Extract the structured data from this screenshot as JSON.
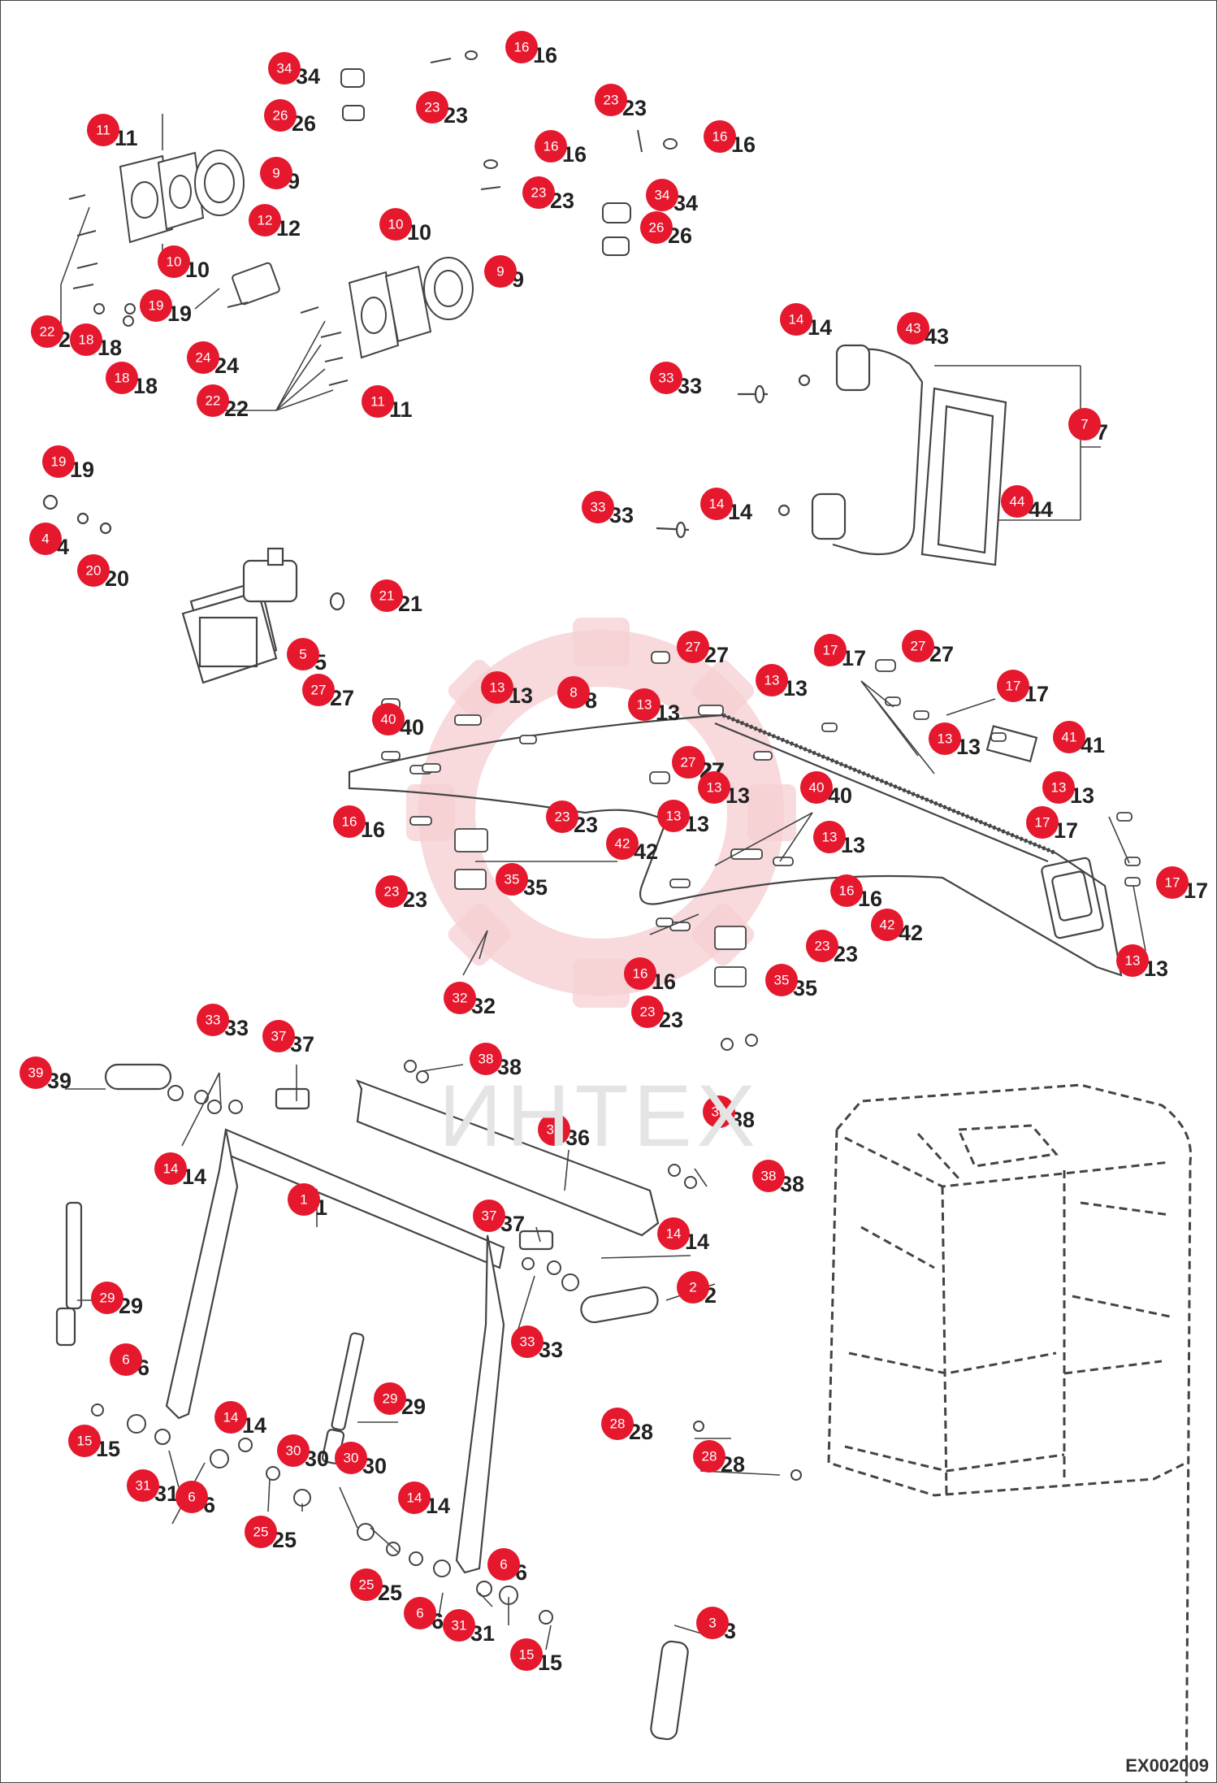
{
  "drawing_code": "EX002009",
  "watermark_text": "ИНТЕХ",
  "colors": {
    "callout": "#e5182d",
    "watermark": "#f4c9cc",
    "line": "#444444"
  },
  "callouts": [
    {
      "n": "34"
    },
    {
      "n": "26"
    },
    {
      "n": "23"
    },
    {
      "n": "16"
    },
    {
      "n": "23"
    },
    {
      "n": "16"
    },
    {
      "n": "16"
    },
    {
      "n": "23"
    },
    {
      "n": "34"
    },
    {
      "n": "26"
    },
    {
      "n": "11"
    },
    {
      "n": "9"
    },
    {
      "n": "10"
    },
    {
      "n": "12"
    },
    {
      "n": "19"
    },
    {
      "n": "22"
    },
    {
      "n": "18"
    },
    {
      "n": "18"
    },
    {
      "n": "24"
    },
    {
      "n": "22"
    },
    {
      "n": "10"
    },
    {
      "n": "9"
    },
    {
      "n": "11"
    },
    {
      "n": "14"
    },
    {
      "n": "43"
    },
    {
      "n": "33"
    },
    {
      "n": "7"
    },
    {
      "n": "33"
    },
    {
      "n": "14"
    },
    {
      "n": "44"
    },
    {
      "n": "19"
    },
    {
      "n": "4"
    },
    {
      "n": "20"
    },
    {
      "n": "21"
    },
    {
      "n": "5"
    },
    {
      "n": "27"
    },
    {
      "n": "27"
    },
    {
      "n": "17"
    },
    {
      "n": "27"
    },
    {
      "n": "27"
    },
    {
      "n": "40"
    },
    {
      "n": "13"
    },
    {
      "n": "8"
    },
    {
      "n": "13"
    },
    {
      "n": "13"
    },
    {
      "n": "17"
    },
    {
      "n": "13"
    },
    {
      "n": "41"
    },
    {
      "n": "27"
    },
    {
      "n": "13"
    },
    {
      "n": "13"
    },
    {
      "n": "16"
    },
    {
      "n": "23"
    },
    {
      "n": "42"
    },
    {
      "n": "13"
    },
    {
      "n": "40"
    },
    {
      "n": "13"
    },
    {
      "n": "17"
    },
    {
      "n": "17"
    },
    {
      "n": "23"
    },
    {
      "n": "35"
    },
    {
      "n": "16"
    },
    {
      "n": "42"
    },
    {
      "n": "23"
    },
    {
      "n": "16"
    },
    {
      "n": "35"
    },
    {
      "n": "32"
    },
    {
      "n": "23"
    },
    {
      "n": "13"
    },
    {
      "n": "33"
    },
    {
      "n": "37"
    },
    {
      "n": "39"
    },
    {
      "n": "38"
    },
    {
      "n": "14"
    },
    {
      "n": "38"
    },
    {
      "n": "36"
    },
    {
      "n": "38"
    },
    {
      "n": "1"
    },
    {
      "n": "37"
    },
    {
      "n": "14"
    },
    {
      "n": "2"
    },
    {
      "n": "29"
    },
    {
      "n": "33"
    },
    {
      "n": "6"
    },
    {
      "n": "15"
    },
    {
      "n": "14"
    },
    {
      "n": "31"
    },
    {
      "n": "6"
    },
    {
      "n": "30"
    },
    {
      "n": "29"
    },
    {
      "n": "25"
    },
    {
      "n": "30"
    },
    {
      "n": "14"
    },
    {
      "n": "28"
    },
    {
      "n": "28"
    },
    {
      "n": "25"
    },
    {
      "n": "6"
    },
    {
      "n": "6"
    },
    {
      "n": "31"
    },
    {
      "n": "3"
    },
    {
      "n": "15"
    }
  ]
}
